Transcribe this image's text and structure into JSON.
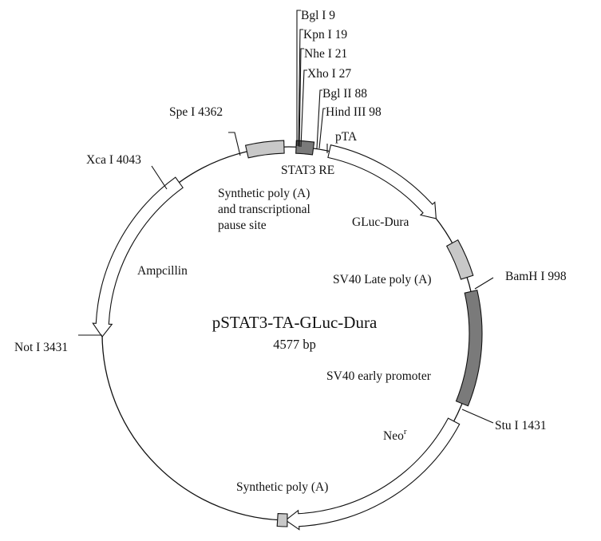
{
  "plasmid": {
    "name": "pSTAT3-TA-GLuc-Dura",
    "size": "4577 bp"
  },
  "sites": [
    {
      "name": "Bgl I 9"
    },
    {
      "name": "Kpn I 19"
    },
    {
      "name": "Nhe I 21"
    },
    {
      "name": "Xho I 27"
    },
    {
      "name": "Bgl II 88"
    },
    {
      "name": "Hind III 98"
    },
    {
      "name": "Spe I 4362"
    },
    {
      "name": "Xca I 4043"
    },
    {
      "name": "Not I 3431"
    },
    {
      "name": "BamH I 998"
    },
    {
      "name": "Stu I 1431"
    }
  ],
  "features": {
    "ptA": "pTA",
    "stat3": "STAT3 RE",
    "synth_poly_line1": "Synthetic poly (A)",
    "synth_poly_line2": "and transcriptional",
    "synth_poly_line3": "pause site",
    "gluc": "GLuc-Dura",
    "sv40_late": "SV40 Late poly (A)",
    "sv40_early": "SV40 early promoter",
    "ampcillin": "Ampcillin",
    "neo": "Neo",
    "neo_sup": "r",
    "synth_poly_bottom": "Synthetic poly (A)"
  },
  "colors": {
    "light_segment": "#c8c8c8",
    "dark_segment": "#7a7a7a",
    "line": "#111111"
  }
}
